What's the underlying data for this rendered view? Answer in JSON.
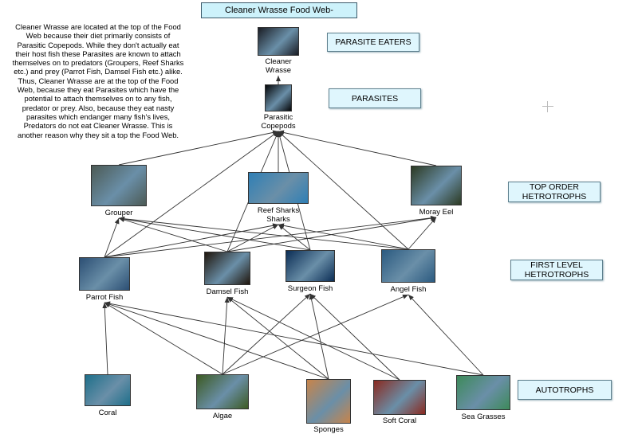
{
  "title": "Cleaner Wrasse Food Web-",
  "description": "Cleaner Wrasse are located at the top of the Food Web because their diet primarily consists of Parasitic Copepods. While they don't actually eat their host fish these Parasites are known to attach themselves on to predators (Groupers, Reef Sharks etc.) and prey (Parrot Fish, Damsel Fish etc.) alike. Thus, Cleaner Wrasse are at the top of the Food Web, because they eat Parasites which have the potential to attach themselves on to any fish, predator or prey. Also, because they eat nasty parasites which endanger many fish's lives, Predators do not eat Cleaner Wrasse. This is another reason why they sit a top the Food Web.",
  "tiers": [
    {
      "id": "parasite-eaters",
      "label": "PARASITE EATERS"
    },
    {
      "id": "parasites",
      "label": "PARASITES"
    },
    {
      "id": "top-order",
      "label": "TOP ORDER HETROTROPHS"
    },
    {
      "id": "first-level",
      "label": "FIRST LEVEL HETROTROPHS"
    },
    {
      "id": "autotrophs",
      "label": "AUTOTROPHS"
    }
  ],
  "nodes": [
    {
      "id": "cleaner-wrasse",
      "label": "Cleaner Wrasse",
      "color": "#1a1d24"
    },
    {
      "id": "parasitic-copepods",
      "label": "Parasitic Copepods",
      "color": "#050608"
    },
    {
      "id": "grouper",
      "label": "Grouper",
      "color": "#4c5a55"
    },
    {
      "id": "reef-sharks",
      "label": "Reef Sharks Sharks",
      "color": "#2f7fb5"
    },
    {
      "id": "moray-eel",
      "label": "Moray Eel",
      "color": "#2c3a22"
    },
    {
      "id": "parrot-fish",
      "label": "Parrot Fish",
      "color": "#2c4f74"
    },
    {
      "id": "damsel-fish",
      "label": "Damsel Fish",
      "color": "#20160c"
    },
    {
      "id": "surgeon-fish",
      "label": "Surgeon Fish",
      "color": "#0b2d55"
    },
    {
      "id": "angel-fish",
      "label": "Angel Fish",
      "color": "#2b5a80"
    },
    {
      "id": "coral",
      "label": "Coral",
      "color": "#1e6f8a"
    },
    {
      "id": "algae",
      "label": "Algae",
      "color": "#3c5a22"
    },
    {
      "id": "sponges",
      "label": "Sponges",
      "color": "#c8844a"
    },
    {
      "id": "soft-coral",
      "label": "Soft Coral",
      "color": "#8a2a20"
    },
    {
      "id": "sea-grasses",
      "label": "Sea Grasses",
      "color": "#3d8a5a"
    }
  ],
  "edges": [
    [
      "parasitic-copepods",
      "cleaner-wrasse"
    ],
    [
      "grouper",
      "parasitic-copepods"
    ],
    [
      "reef-sharks",
      "parasitic-copepods"
    ],
    [
      "moray-eel",
      "parasitic-copepods"
    ],
    [
      "parrot-fish",
      "parasitic-copepods"
    ],
    [
      "damsel-fish",
      "parasitic-copepods"
    ],
    [
      "surgeon-fish",
      "parasitic-copepods"
    ],
    [
      "angel-fish",
      "parasitic-copepods"
    ],
    [
      "parrot-fish",
      "grouper"
    ],
    [
      "parrot-fish",
      "reef-sharks"
    ],
    [
      "parrot-fish",
      "moray-eel"
    ],
    [
      "damsel-fish",
      "grouper"
    ],
    [
      "damsel-fish",
      "reef-sharks"
    ],
    [
      "damsel-fish",
      "moray-eel"
    ],
    [
      "surgeon-fish",
      "grouper"
    ],
    [
      "surgeon-fish",
      "reef-sharks"
    ],
    [
      "angel-fish",
      "grouper"
    ],
    [
      "angel-fish",
      "reef-sharks"
    ],
    [
      "angel-fish",
      "moray-eel"
    ],
    [
      "coral",
      "parrot-fish"
    ],
    [
      "algae",
      "parrot-fish"
    ],
    [
      "algae",
      "damsel-fish"
    ],
    [
      "algae",
      "surgeon-fish"
    ],
    [
      "algae",
      "angel-fish"
    ],
    [
      "sponges",
      "damsel-fish"
    ],
    [
      "sponges",
      "surgeon-fish"
    ],
    [
      "sponges",
      "parrot-fish"
    ],
    [
      "soft-coral",
      "surgeon-fish"
    ],
    [
      "soft-coral",
      "damsel-fish"
    ],
    [
      "sea-grasses",
      "parrot-fish"
    ],
    [
      "sea-grasses",
      "angel-fish"
    ]
  ]
}
